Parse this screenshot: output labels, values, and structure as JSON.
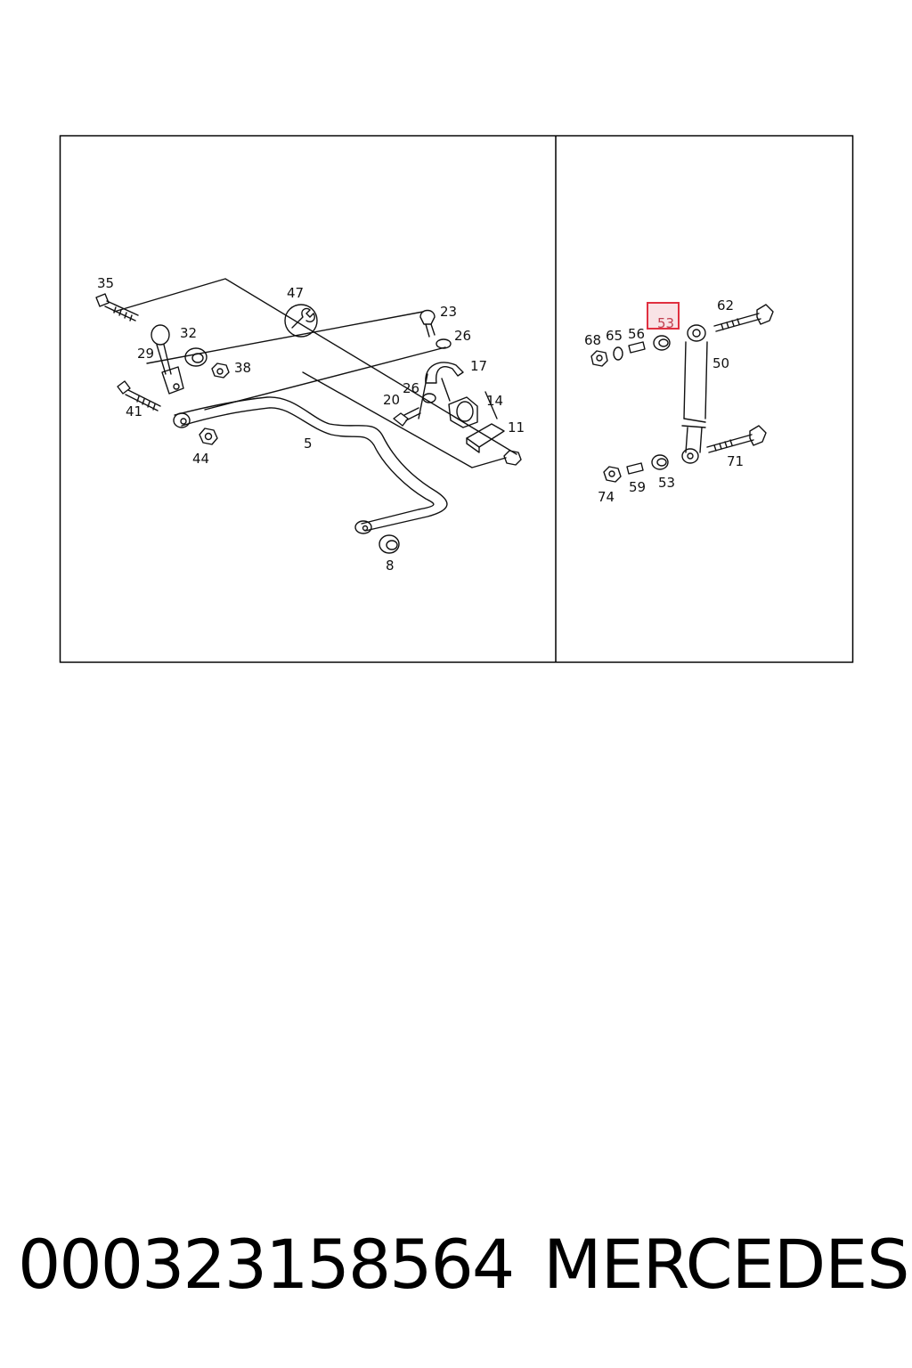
{
  "diagram": {
    "left_panel": {
      "callouts": [
        "35",
        "47",
        "23",
        "26",
        "32",
        "29",
        "38",
        "17",
        "26",
        "41",
        "20",
        "14",
        "11",
        "44",
        "5",
        "8"
      ],
      "icons": [
        "wrench-icon"
      ]
    },
    "right_panel": {
      "callouts": [
        "62",
        "53",
        "68",
        "65",
        "56",
        "50",
        "71",
        "74",
        "59",
        "53"
      ],
      "highlighted_callout": "53",
      "highlight_color": "#e03040"
    }
  },
  "footer": {
    "part_number": "000323158564",
    "brand": "MERCEDES"
  }
}
